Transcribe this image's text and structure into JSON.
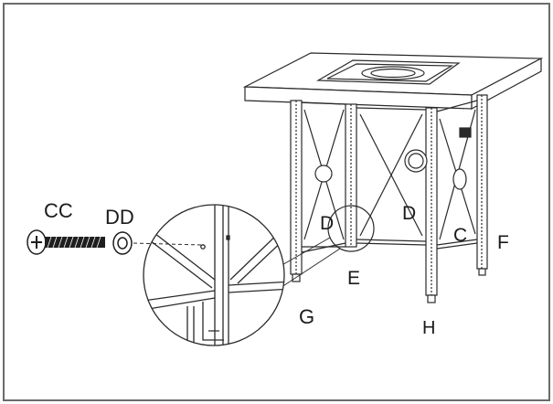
{
  "labels": {
    "cc": "CC",
    "dd": "DD",
    "d_left": "D",
    "d_right": "D",
    "c": "C",
    "e": "E",
    "f": "F",
    "g": "G",
    "h": "H"
  },
  "colors": {
    "line": "#2a2a2a",
    "frame": "#6b6b6b",
    "screw": "#1f1f1f"
  }
}
